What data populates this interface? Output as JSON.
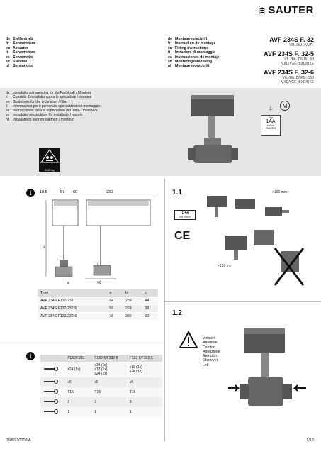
{
  "brand": {
    "name": "SAUTER"
  },
  "languages_left": [
    {
      "code": "de",
      "text": "Stellantrieb"
    },
    {
      "code": "fr",
      "text": "Servomoteur"
    },
    {
      "code": "en",
      "text": "Actuator"
    },
    {
      "code": "it",
      "text": "Servomotore"
    },
    {
      "code": "es",
      "text": "Servomotor"
    },
    {
      "code": "sv",
      "text": "Ställdon"
    },
    {
      "code": "nl",
      "text": "Servomotor"
    }
  ],
  "languages_right": [
    {
      "code": "de",
      "text": "Montagevorschrift"
    },
    {
      "code": "fr",
      "text": "Instruction de montage"
    },
    {
      "code": "en",
      "text": "Fitting instructions"
    },
    {
      "code": "it",
      "text": "Intruzioni di montaggio"
    },
    {
      "code": "es",
      "text": "Instrucciones de montaje"
    },
    {
      "code": "sv",
      "text": "Monteringsanvisning"
    },
    {
      "code": "nl",
      "text": "Montagevoorschrift"
    }
  ],
  "models": [
    {
      "name": "AVF 234S F. 32",
      "sub": "VU../BU../VUP.."
    },
    {
      "name": "AVF 234S F. 32-5",
      "sub": "V6../B6..DN15...50\nVXD/VXE; BXD/BXE"
    },
    {
      "name": "AVF 234S F. 32-6",
      "sub": "V6../B6..DN65...150\nVXD/VXE; BXD/BXE"
    }
  ],
  "installers": [
    {
      "code": "de",
      "text": "Installationsanweisung für die Fachkraft / Monteur"
    },
    {
      "code": "fr",
      "text": "Conseils d'installation pour le spécialiste / monteur"
    },
    {
      "code": "en",
      "text": "Guidelines for the technician / fitter"
    },
    {
      "code": "it",
      "text": "Informazioni per il personale specializzato di montaggio"
    },
    {
      "code": "es",
      "text": "Instrucciones para el especialista del ramo / montador"
    },
    {
      "code": "sv",
      "text": "Installationsinstruktion för installatör / montör"
    },
    {
      "code": "nl",
      "text": "Installatietip voor de vakman / monteur"
    }
  ],
  "fuse": {
    "label": "Typ",
    "value": "1AA",
    "line1": "480ma",
    "line2": "EN60730"
  },
  "weight": "5-20 kg",
  "dims": {
    "d1": "18,5",
    "d2": "57",
    "d3": "60",
    "d4": "230",
    "a": "a",
    "b": "b",
    "c": "c",
    "d90": "90"
  },
  "dim_table": {
    "headers": [
      "Type",
      "a",
      "b",
      "c"
    ],
    "rows": [
      [
        "AVF 234S F132/232",
        "64",
        "289",
        "44"
      ],
      [
        "AVF 234S F132/232-5",
        "58",
        "298",
        "38"
      ],
      [
        "AVF 234S F132/232-6",
        "78",
        "382",
        "60"
      ]
    ]
  },
  "section_11": {
    "label": "1.1",
    "ip": "IP66",
    "ip_sub": "EN 60529",
    "ce": "CE",
    "dim1": ">150 mm",
    "dim2": ">150 mm"
  },
  "section_12": {
    "label": "1.2",
    "warnings": [
      "Vorsicht",
      "Attention",
      "Caution",
      "Attenzione",
      "Atención",
      "Observer",
      "Let"
    ]
  },
  "tool_table": {
    "headers": [
      "",
      "F132/F232",
      "F132-5/F232-5",
      "F132-6/F232-6"
    ],
    "rows": [
      [
        "wrench-icon",
        "s24 (1x)",
        "s14 (1x)\ns17 (1x)\ns24 (1x)",
        "s19 (1x)\ns24 (1x)"
      ],
      [
        "hex-key-icon",
        "s6",
        "s6",
        "s6"
      ],
      [
        "torx-icon",
        "T15",
        "T15",
        "T15"
      ],
      [
        "screwdriver-icon",
        "3",
        "3",
        "3"
      ],
      [
        "pozi-icon",
        "1",
        "1",
        "1"
      ]
    ]
  },
  "footer": {
    "left": "0505920003 A",
    "right": "1/12"
  }
}
